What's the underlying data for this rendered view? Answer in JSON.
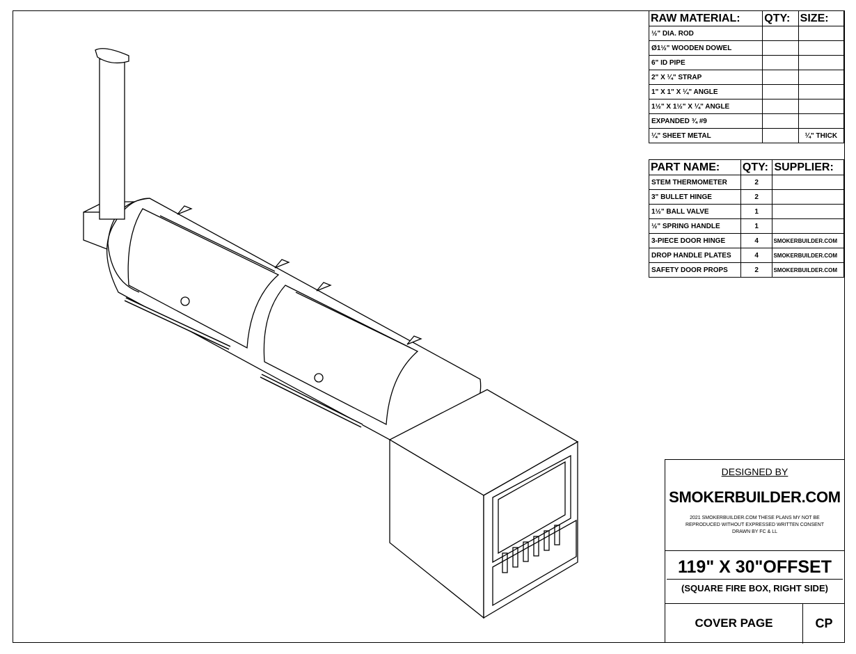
{
  "raw_materials": {
    "headers": [
      "RAW MATERIAL:",
      "QTY:",
      "SIZE:"
    ],
    "rows": [
      {
        "name": "½\" DIA. ROD",
        "qty": "",
        "size": ""
      },
      {
        "name": "Ø1½\" WOODEN DOWEL",
        "qty": "",
        "size": ""
      },
      {
        "name": "6\" ID PIPE",
        "qty": "",
        "size": ""
      },
      {
        "name": "2\" X ¼\" STRAP",
        "qty": "",
        "size": ""
      },
      {
        "name": "1\" X 1\" X ¼\" ANGLE",
        "qty": "",
        "size": ""
      },
      {
        "name": "1½\" X 1½\" X ¼\" ANGLE",
        "qty": "",
        "size": ""
      },
      {
        "name": "EXPANDED ¾ #9",
        "qty": "",
        "size": ""
      },
      {
        "name": "¼\" SHEET METAL",
        "qty": "",
        "size": "¼\" THICK"
      }
    ]
  },
  "parts": {
    "headers": [
      "PART NAME:",
      "QTY:",
      "SUPPLIER:"
    ],
    "rows": [
      {
        "name": "STEM THERMOMETER",
        "qty": "2",
        "supplier": ""
      },
      {
        "name": "3\" BULLET HINGE",
        "qty": "2",
        "supplier": ""
      },
      {
        "name": "1½\" BALL VALVE",
        "qty": "1",
        "supplier": ""
      },
      {
        "name": "½\" SPRING HANDLE",
        "qty": "1",
        "supplier": ""
      },
      {
        "name": "3-PIECE DOOR HINGE",
        "qty": "4",
        "supplier": "SMOKERBUILDER.COM"
      },
      {
        "name": "DROP HANDLE PLATES",
        "qty": "4",
        "supplier": "SMOKERBUILDER.COM"
      },
      {
        "name": "SAFETY DOOR PROPS",
        "qty": "2",
        "supplier": "SMOKERBUILDER.COM"
      }
    ]
  },
  "title_block": {
    "designed_by": "DESIGNED BY",
    "brand": "SMOKERBUILDER.COM",
    "legal_1": "2021 SMOKERBUILDER.COM THESE PLANS MY NOT BE",
    "legal_2": "REPRODUCED WITHOUT EXPRESSED WRITTEN CONSENT",
    "legal_3": "DRAWN BY FC & LL",
    "model": "119\" X 30\"OFFSET",
    "subtitle": "(SQUARE FIRE BOX, RIGHT SIDE)",
    "page_name": "COVER PAGE",
    "page_code": "CP"
  }
}
